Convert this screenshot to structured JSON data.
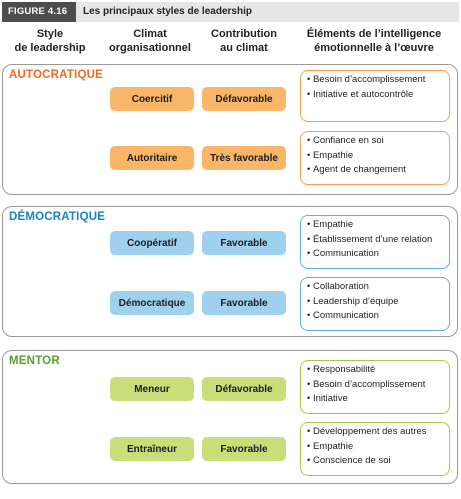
{
  "figure": {
    "tag": "FIGURE 4.16",
    "title": "Les principaux styles de leadership"
  },
  "columns": {
    "style": [
      "Style",
      "de leadership"
    ],
    "climat": [
      "Climat",
      "organisationnel"
    ],
    "contribution": [
      "Contribution",
      "au climat"
    ],
    "elements": [
      "Éléments de l’intelligence",
      "émotionnelle à l’œuvre"
    ]
  },
  "groups": [
    {
      "title": "AUTOCRATIQUE",
      "color": "#e86b27",
      "rows": [
        {
          "climat": "Coercitif",
          "contribution": "Défavorable",
          "elements": [
            "Besoin d’accomplissement",
            "Initiative et autocontrôle"
          ]
        },
        {
          "climat": "Autoritaire",
          "contribution": "Très favorable",
          "elements": [
            "Confiance en soi",
            "Empathie",
            "Agent de changement"
          ]
        }
      ]
    },
    {
      "title": "DÉMOCRATIQUE",
      "color": "#1683c3",
      "rows": [
        {
          "climat": "Coopératif",
          "contribution": "Favorable",
          "elements": [
            "Empathie",
            "Établissement d’une relation",
            "Communication"
          ]
        },
        {
          "climat": "Démocratique",
          "contribution": "Favorable",
          "elements": [
            "Collaboration",
            "Leadership d’équipe",
            "Communication"
          ]
        }
      ]
    },
    {
      "title": "MENTOR",
      "color": "#5d9b2e",
      "rows": [
        {
          "climat": "Meneur",
          "contribution": "Défavorable",
          "elements": [
            "Responsabilité",
            "Besoin d’accomplissement",
            "Initiative"
          ]
        },
        {
          "climat": "Entraîneur",
          "contribution": "Favorable",
          "elements": [
            "Développement des autres",
            "Empathie",
            "Conscience de soi"
          ]
        }
      ]
    }
  ]
}
